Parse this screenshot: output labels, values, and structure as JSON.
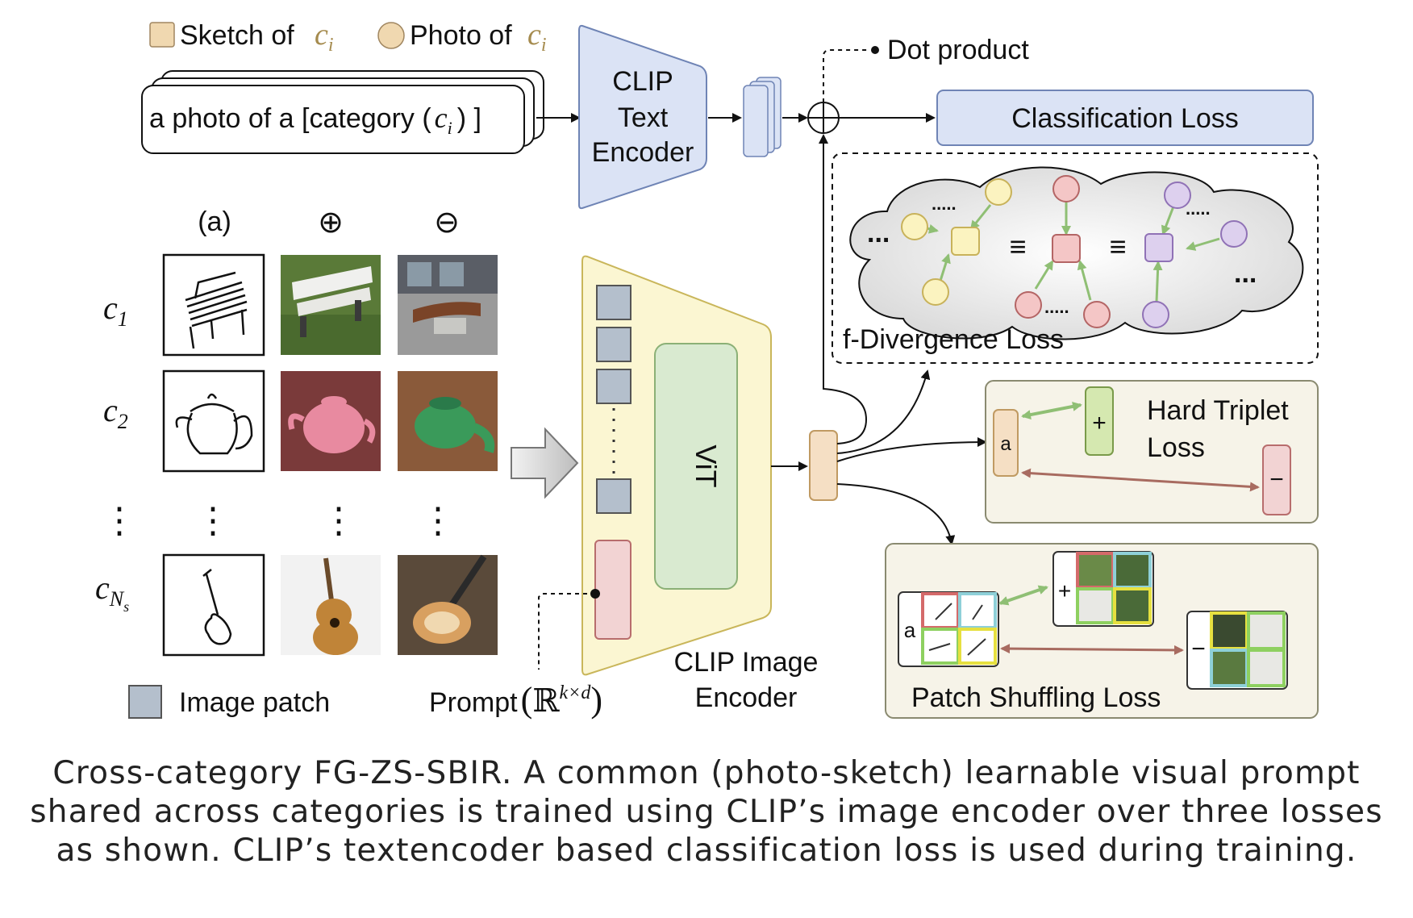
{
  "legend": {
    "sketch": "Sketch of",
    "photo": "Photo of",
    "ci": "c",
    "ci_sub": "i"
  },
  "text_prompt": {
    "prefix": "a photo of a [category (",
    "var": "c",
    "sub": "i",
    "suffix": ") ]"
  },
  "text_encoder": [
    "CLIP",
    "Text",
    "Encoder"
  ],
  "dot_product": "Dot product",
  "classification_loss": "Classification Loss",
  "f_divergence_loss": "f-Divergence Loss",
  "equiv_symbol": "≡",
  "ellipsis": "...",
  "small_ellipsis": ".....",
  "column_headers": [
    "(a)",
    "⊕",
    "⊖"
  ],
  "row_labels": [
    {
      "var": "c",
      "sub": "1"
    },
    {
      "var": "c",
      "sub": "2"
    },
    {
      "var": "c",
      "sub": "N",
      "subsub": "s"
    }
  ],
  "row_vdots": "⋮",
  "vit_label": "ViT",
  "image_encoder": [
    "CLIP Image",
    "Encoder"
  ],
  "image_patch_legend": "Image patch",
  "prompt_legend": {
    "text": "Prompt",
    "math": "ℝ",
    "sup": "k×d"
  },
  "hard_triplet": {
    "line1": "Hard Triplet",
    "line2": "Loss",
    "anchor": "a",
    "pos": "+",
    "neg": "−"
  },
  "patch_shuffling": {
    "label": "Patch Shuffling Loss",
    "anchor": "a",
    "pos": "+",
    "neg": "−"
  },
  "colors": {
    "text_encoder": "#dbe3f5",
    "image_encoder": "#fbf6d2",
    "vit": "#d9ead0",
    "patch": "#b4bfcc",
    "prompt": "#f2d3d3",
    "feature": "#f5dfc4",
    "node_yellow": "#fbf3c0",
    "node_red": "#f4c6c6",
    "node_purple": "#ddd0ee",
    "arrow_green": "#8fbf74",
    "arrow_brown": "#a86b60",
    "loss_box": "#f6f3e8"
  },
  "caption": "Cross-category FG-ZS-SBIR. A common (photo-sketch) learnable visual prompt shared across categories is trained using CLIP’s image encoder over three losses as shown. CLIP’s textencoder based classification loss is used during training."
}
